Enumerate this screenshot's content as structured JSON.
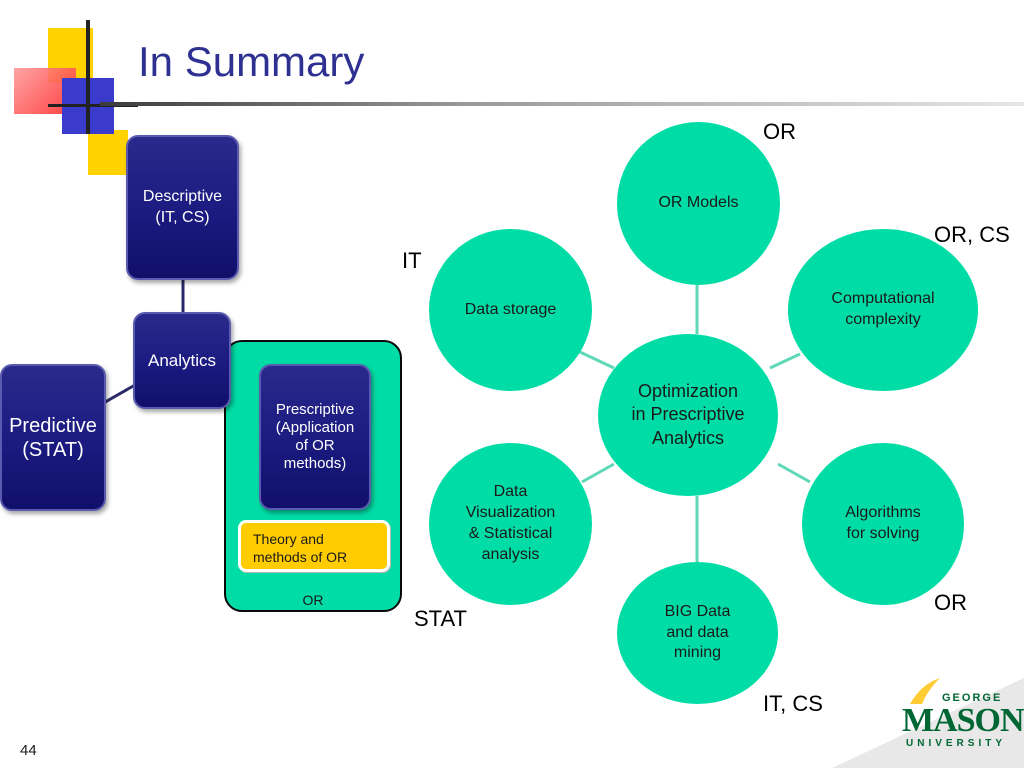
{
  "slide": {
    "title": "In Summary",
    "page_number": "44"
  },
  "tree": {
    "descriptive": "Descriptive\n(IT, CS)",
    "analytics": "Analytics",
    "predictive": "Predictive\n(STAT)",
    "prescriptive": "Prescriptive\n(Application\nof OR\nmethods)",
    "theory_box": "Theory and\nmethods  of OR",
    "group_label": "OR"
  },
  "cycle": {
    "center": "Optimization\nin Prescriptive\nAnalytics",
    "nodes": {
      "or_models": "OR Models",
      "computational": "Computational\ncomplexity",
      "algorithms": "Algorithms\nfor solving",
      "big_data": "BIG Data\nand data\nmining",
      "data_viz": "Data\nVisualization\n& Statistical\nanalysis",
      "data_storage": "Data storage"
    },
    "labels": {
      "or_models": "OR",
      "computational": "OR, CS",
      "algorithms": "OR",
      "big_data": "IT, CS",
      "data_viz": "STAT",
      "data_storage": "IT"
    }
  },
  "logo": {
    "line1": "GEORGE",
    "line2": "MASON",
    "line3": "UNIVERSITY"
  },
  "colors": {
    "title": "#2e3192",
    "box_fill": "#1a1a80",
    "circle_fill": "#00dca5",
    "or_group_fill": "#00dca5",
    "theory_box_fill": "#ffcc00",
    "logo_green": "#006633",
    "logo_gold": "#ffcc33"
  }
}
